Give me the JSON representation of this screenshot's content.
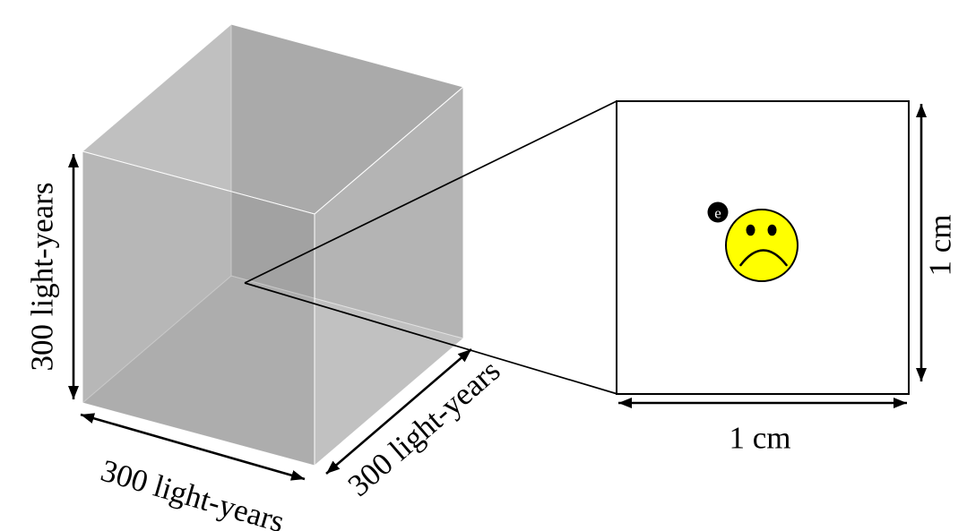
{
  "diagram": {
    "background_color": "#ffffff",
    "cube": {
      "description": "translucent gray cube",
      "approx_gray": "#ababab",
      "height_label": "300 light-years",
      "width_label": "300 light-years",
      "depth_label": "300 light-years"
    },
    "zoom_region": {
      "width_label": "1 cm",
      "height_label": "1 cm"
    },
    "electron": {
      "label": "e",
      "color": "#000000"
    },
    "sad_face": {
      "color": "#ffff00",
      "outline": "#000000"
    },
    "line_color": "#000000"
  }
}
